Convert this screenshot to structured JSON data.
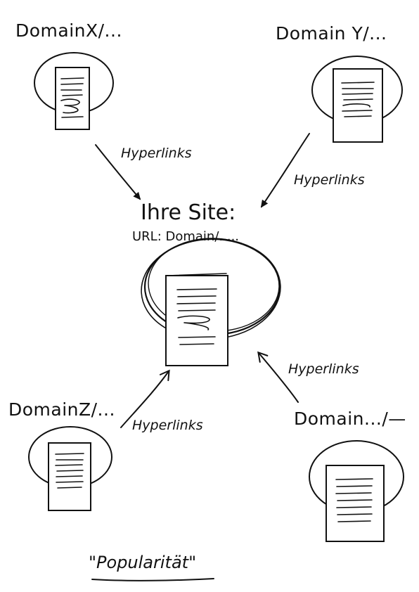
{
  "domains": {
    "x": "DomainX/...",
    "y": "Domain Y/...",
    "z": "DomainZ/...",
    "other": "Domain.../—"
  },
  "links": {
    "top_left": "Hyperlinks",
    "top_right": "Hyperlinks",
    "bottom_left": "Hyperlinks",
    "bottom_right": "Hyperlinks"
  },
  "site": {
    "title": "Ihre Site:",
    "url": "URL: Domain/....."
  },
  "caption": "\"Popularität\""
}
